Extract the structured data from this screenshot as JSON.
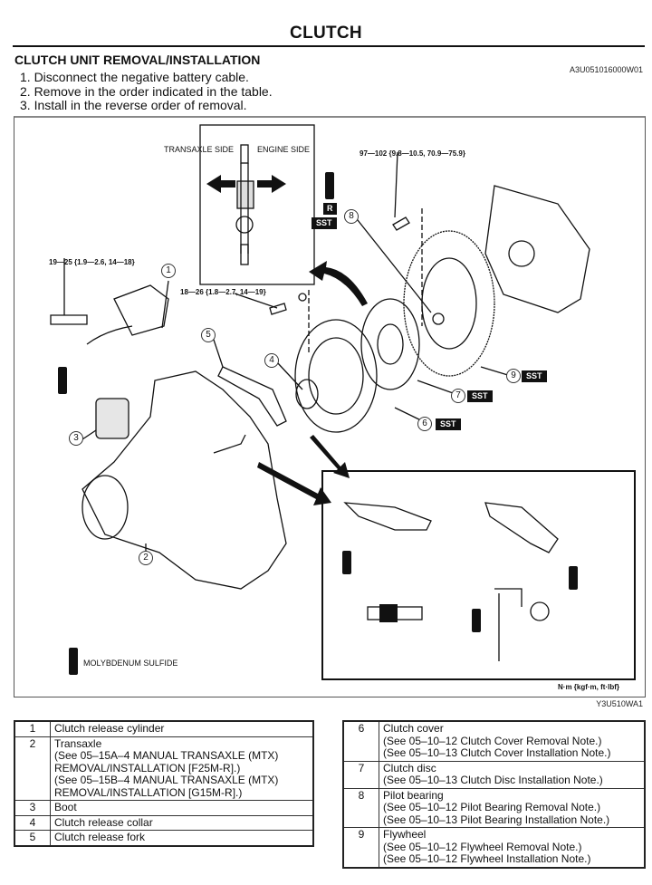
{
  "header": {
    "title": "CLUTCH",
    "section_title": "CLUTCH UNIT REMOVAL/INSTALLATION",
    "doc_id": "A3U051016000W01"
  },
  "steps": [
    "1.  Disconnect the negative battery cable.",
    "2.  Remove in the order indicated in the table.",
    "3.  Install in the reverse order of removal."
  ],
  "figure": {
    "figure_id": "Y3U510WA1",
    "inset_labels": {
      "transaxle_side": "TRANSAXLE SIDE",
      "engine_side": "ENGINE SIDE"
    },
    "torque_specs": {
      "flywheel_bolt": "97—102 {9.8—10.5, 70.9—75.9}",
      "release_cylinder_bolt": "19—25 {1.9—2.6, 14—18}",
      "clutch_cover_bolt": "18—26 {1.8—2.7, 14—19}"
    },
    "badges": {
      "sst": "SST",
      "replace": "R"
    },
    "callouts": [
      "1",
      "2",
      "3",
      "4",
      "5",
      "6",
      "7",
      "8",
      "9"
    ],
    "legend_grease": "MOLYBDENUM SULFIDE",
    "units_note": "N·m {kgf·m, ft·lbf}"
  },
  "parts_table_left": [
    {
      "num": "1",
      "lines": [
        "Clutch release cylinder"
      ]
    },
    {
      "num": "2",
      "lines": [
        "Transaxle",
        "(See 05–15A–4 MANUAL TRANSAXLE (MTX)",
        "REMOVAL/INSTALLATION [F25M-R].)",
        "(See 05–15B–4 MANUAL TRANSAXLE (MTX)",
        "REMOVAL/INSTALLATION [G15M-R].)"
      ]
    },
    {
      "num": "3",
      "lines": [
        "Boot"
      ]
    },
    {
      "num": "4",
      "lines": [
        "Clutch release collar"
      ]
    },
    {
      "num": "5",
      "lines": [
        "Clutch release fork"
      ]
    }
  ],
  "parts_table_right": [
    {
      "num": "6",
      "lines": [
        "Clutch cover",
        "(See 05–10–12 Clutch Cover Removal Note.)",
        "(See 05–10–13 Clutch Cover Installation Note.)"
      ]
    },
    {
      "num": "7",
      "lines": [
        "Clutch disc",
        "(See 05–10–13 Clutch Disc Installation Note.)"
      ]
    },
    {
      "num": "8",
      "lines": [
        "Pilot bearing",
        "(See 05–10–12 Pilot Bearing Removal Note.)",
        "(See 05–10–13 Pilot Bearing Installation Note.)"
      ]
    },
    {
      "num": "9",
      "lines": [
        "Flywheel",
        "(See 05–10–12 Flywheel Removal Note.)",
        "(See 05–10–12 Flywheel Installation Note.)"
      ]
    }
  ]
}
